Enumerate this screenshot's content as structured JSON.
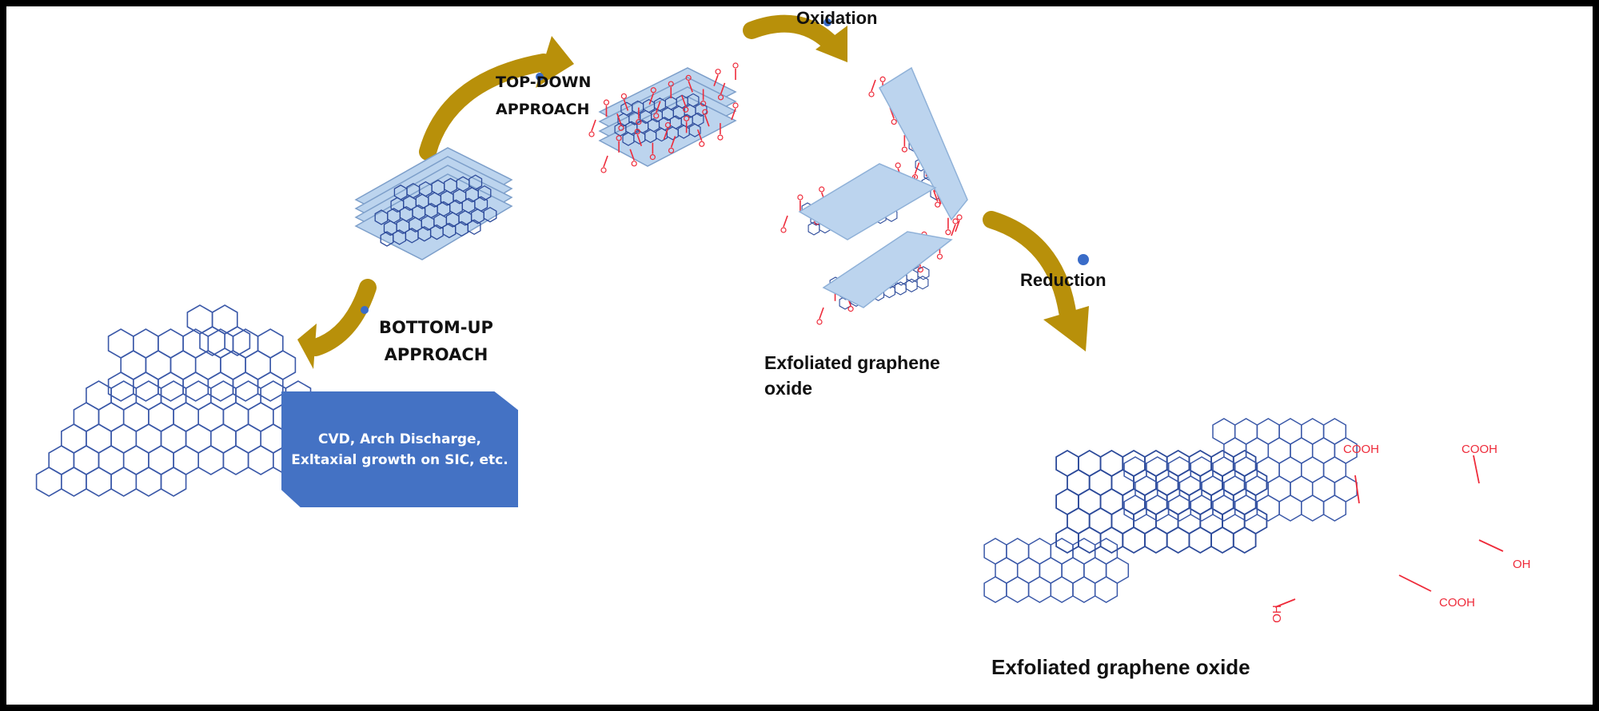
{
  "top_down": {
    "line1": "TOP-DOWN",
    "line2": "APPROACH"
  },
  "bottom_up": {
    "line1": "BOTTOM-UP",
    "line2": "APPROACH"
  },
  "methods_box": {
    "line1": "CVD, Arch Discharge,",
    "line2": "Exltaxial growth on SIC, etc."
  },
  "oxidation_label": "Oxidation",
  "reduction_label": "Reduction",
  "exfoliated_go_label": {
    "line1": "Exfoliated graphene",
    "line2": "oxide"
  },
  "reduced_caption": "Exfoliated graphene oxide",
  "reduced_groups": [
    "COOH",
    "COOH",
    "OH",
    "COOH",
    "OH"
  ],
  "colors": {
    "arrow": "#b8900a",
    "box": "#4472c4",
    "lattice": "#2c4a9a",
    "group": "#ee2b3a",
    "sheet": "#bcd4ee"
  }
}
